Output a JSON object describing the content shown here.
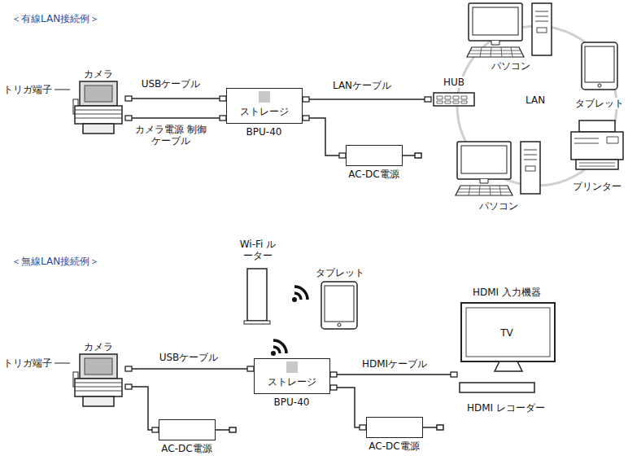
{
  "diagram": {
    "nodes": [
      {
        "text": [
          "カメラ"
        ]
      },
      {
        "text": [
          "ストレージ",
          "BPU-40"
        ]
      },
      {
        "text": [
          "HUB"
        ]
      },
      {
        "text": [
          "AC-DC電源"
        ]
      },
      {
        "text": [
          "パソコン"
        ]
      },
      {
        "text": [
          "タブレット"
        ]
      },
      {
        "text": [
          "プリンター"
        ]
      },
      {
        "text": [
          "パソコン"
        ]
      },
      {
        "text": [
          "Wi-Fi ルーター"
        ]
      },
      {
        "text": [
          "タブレット"
        ]
      },
      {
        "text": [
          "カメラ"
        ]
      },
      {
        "text": [
          "ストレージ",
          "BPU-40"
        ]
      },
      {
        "text": [
          "AC-DC電源"
        ]
      },
      {
        "text": [
          "HDMI 入力機器",
          "TV"
        ]
      },
      {
        "text": [
          "HDMI レコーダー"
        ]
      },
      {
        "text": [
          "AC-DC電源"
        ]
      }
    ],
    "edges": [
      {
        "from": 0,
        "to": 1,
        "label": "USBケーブル",
        "arrow": "none"
      },
      {
        "from": 0,
        "to": 1,
        "label": "カメラ電源 制御ケーブル",
        "arrow": "none"
      },
      {
        "from": 1,
        "to": 2,
        "label": "LANケーブル",
        "arrow": "none"
      },
      {
        "from": 1,
        "to": 3,
        "arrow": "none"
      },
      {
        "from": 10,
        "to": 11,
        "label": "USBケーブル",
        "arrow": "none"
      },
      {
        "from": 10,
        "to": 12,
        "arrow": "none"
      },
      {
        "from": 11,
        "to": 13,
        "label": "HDMIケーブル",
        "arrow": "none"
      },
      {
        "from": 11,
        "to": 15,
        "arrow": "none"
      }
    ],
    "labels": [
      "＜有線LAN接続例＞",
      "トリガ端子",
      "LAN",
      "＜無線LAN接続例＞",
      "トリガ端子"
    ]
  }
}
